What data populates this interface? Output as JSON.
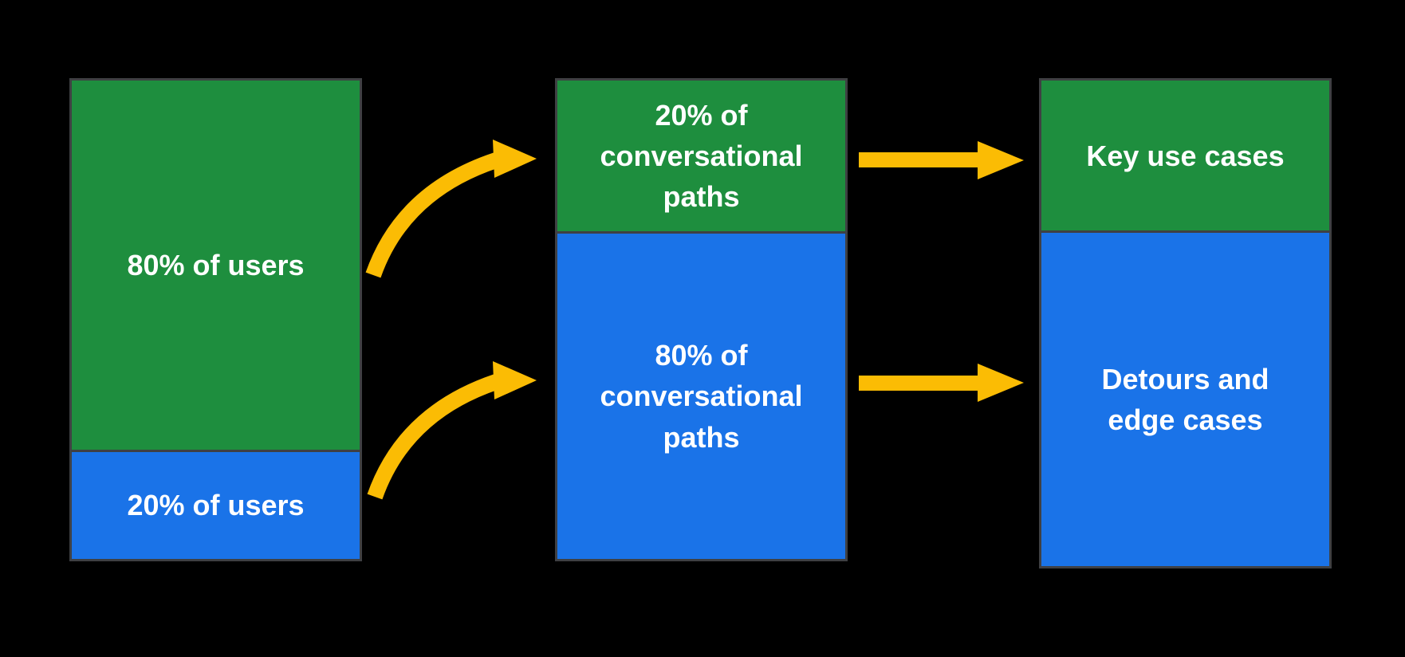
{
  "diagram": {
    "description": "Flow diagram mapping user share to conversational path share to outcome categories",
    "colors": {
      "green": "#1E8E3E",
      "blue": "#1A73E8",
      "arrow_yellow": "#FBBC04",
      "border_gray": "#3F4043",
      "background": "#000000",
      "text": "#FFFFFF"
    },
    "columns": [
      {
        "id": "users",
        "segments": [
          {
            "id": "users-80",
            "color": "green",
            "height_pct": 77,
            "lines": [
              "80% of users"
            ]
          },
          {
            "id": "users-20",
            "color": "blue",
            "height_pct": 23,
            "lines": [
              "20% of users"
            ]
          }
        ]
      },
      {
        "id": "conversational-paths",
        "segments": [
          {
            "id": "paths-20",
            "color": "green",
            "height_pct": 32,
            "lines": [
              "20% of",
              "conversational",
              "paths"
            ]
          },
          {
            "id": "paths-80",
            "color": "blue",
            "height_pct": 68,
            "lines": [
              "80% of",
              "conversational",
              "paths"
            ]
          }
        ]
      },
      {
        "id": "outcomes",
        "segments": [
          {
            "id": "key-use-cases",
            "color": "green",
            "height_pct": 31,
            "lines": [
              "Key use cases"
            ]
          },
          {
            "id": "detours-edge-cases",
            "color": "blue",
            "height_pct": 69,
            "lines": [
              "Detours and",
              "edge cases"
            ]
          }
        ]
      }
    ],
    "arrows": [
      {
        "id": "a1",
        "from": "users-80",
        "to": "paths-20",
        "style": "curved",
        "color": "#FBBC04"
      },
      {
        "id": "a2",
        "from": "users-20",
        "to": "paths-80",
        "style": "curved",
        "color": "#FBBC04"
      },
      {
        "id": "a3",
        "from": "paths-20",
        "to": "key-use-cases",
        "style": "straight",
        "color": "#FBBC04"
      },
      {
        "id": "a4",
        "from": "paths-80",
        "to": "detours-edge-cases",
        "style": "straight",
        "color": "#FBBC04"
      }
    ]
  }
}
